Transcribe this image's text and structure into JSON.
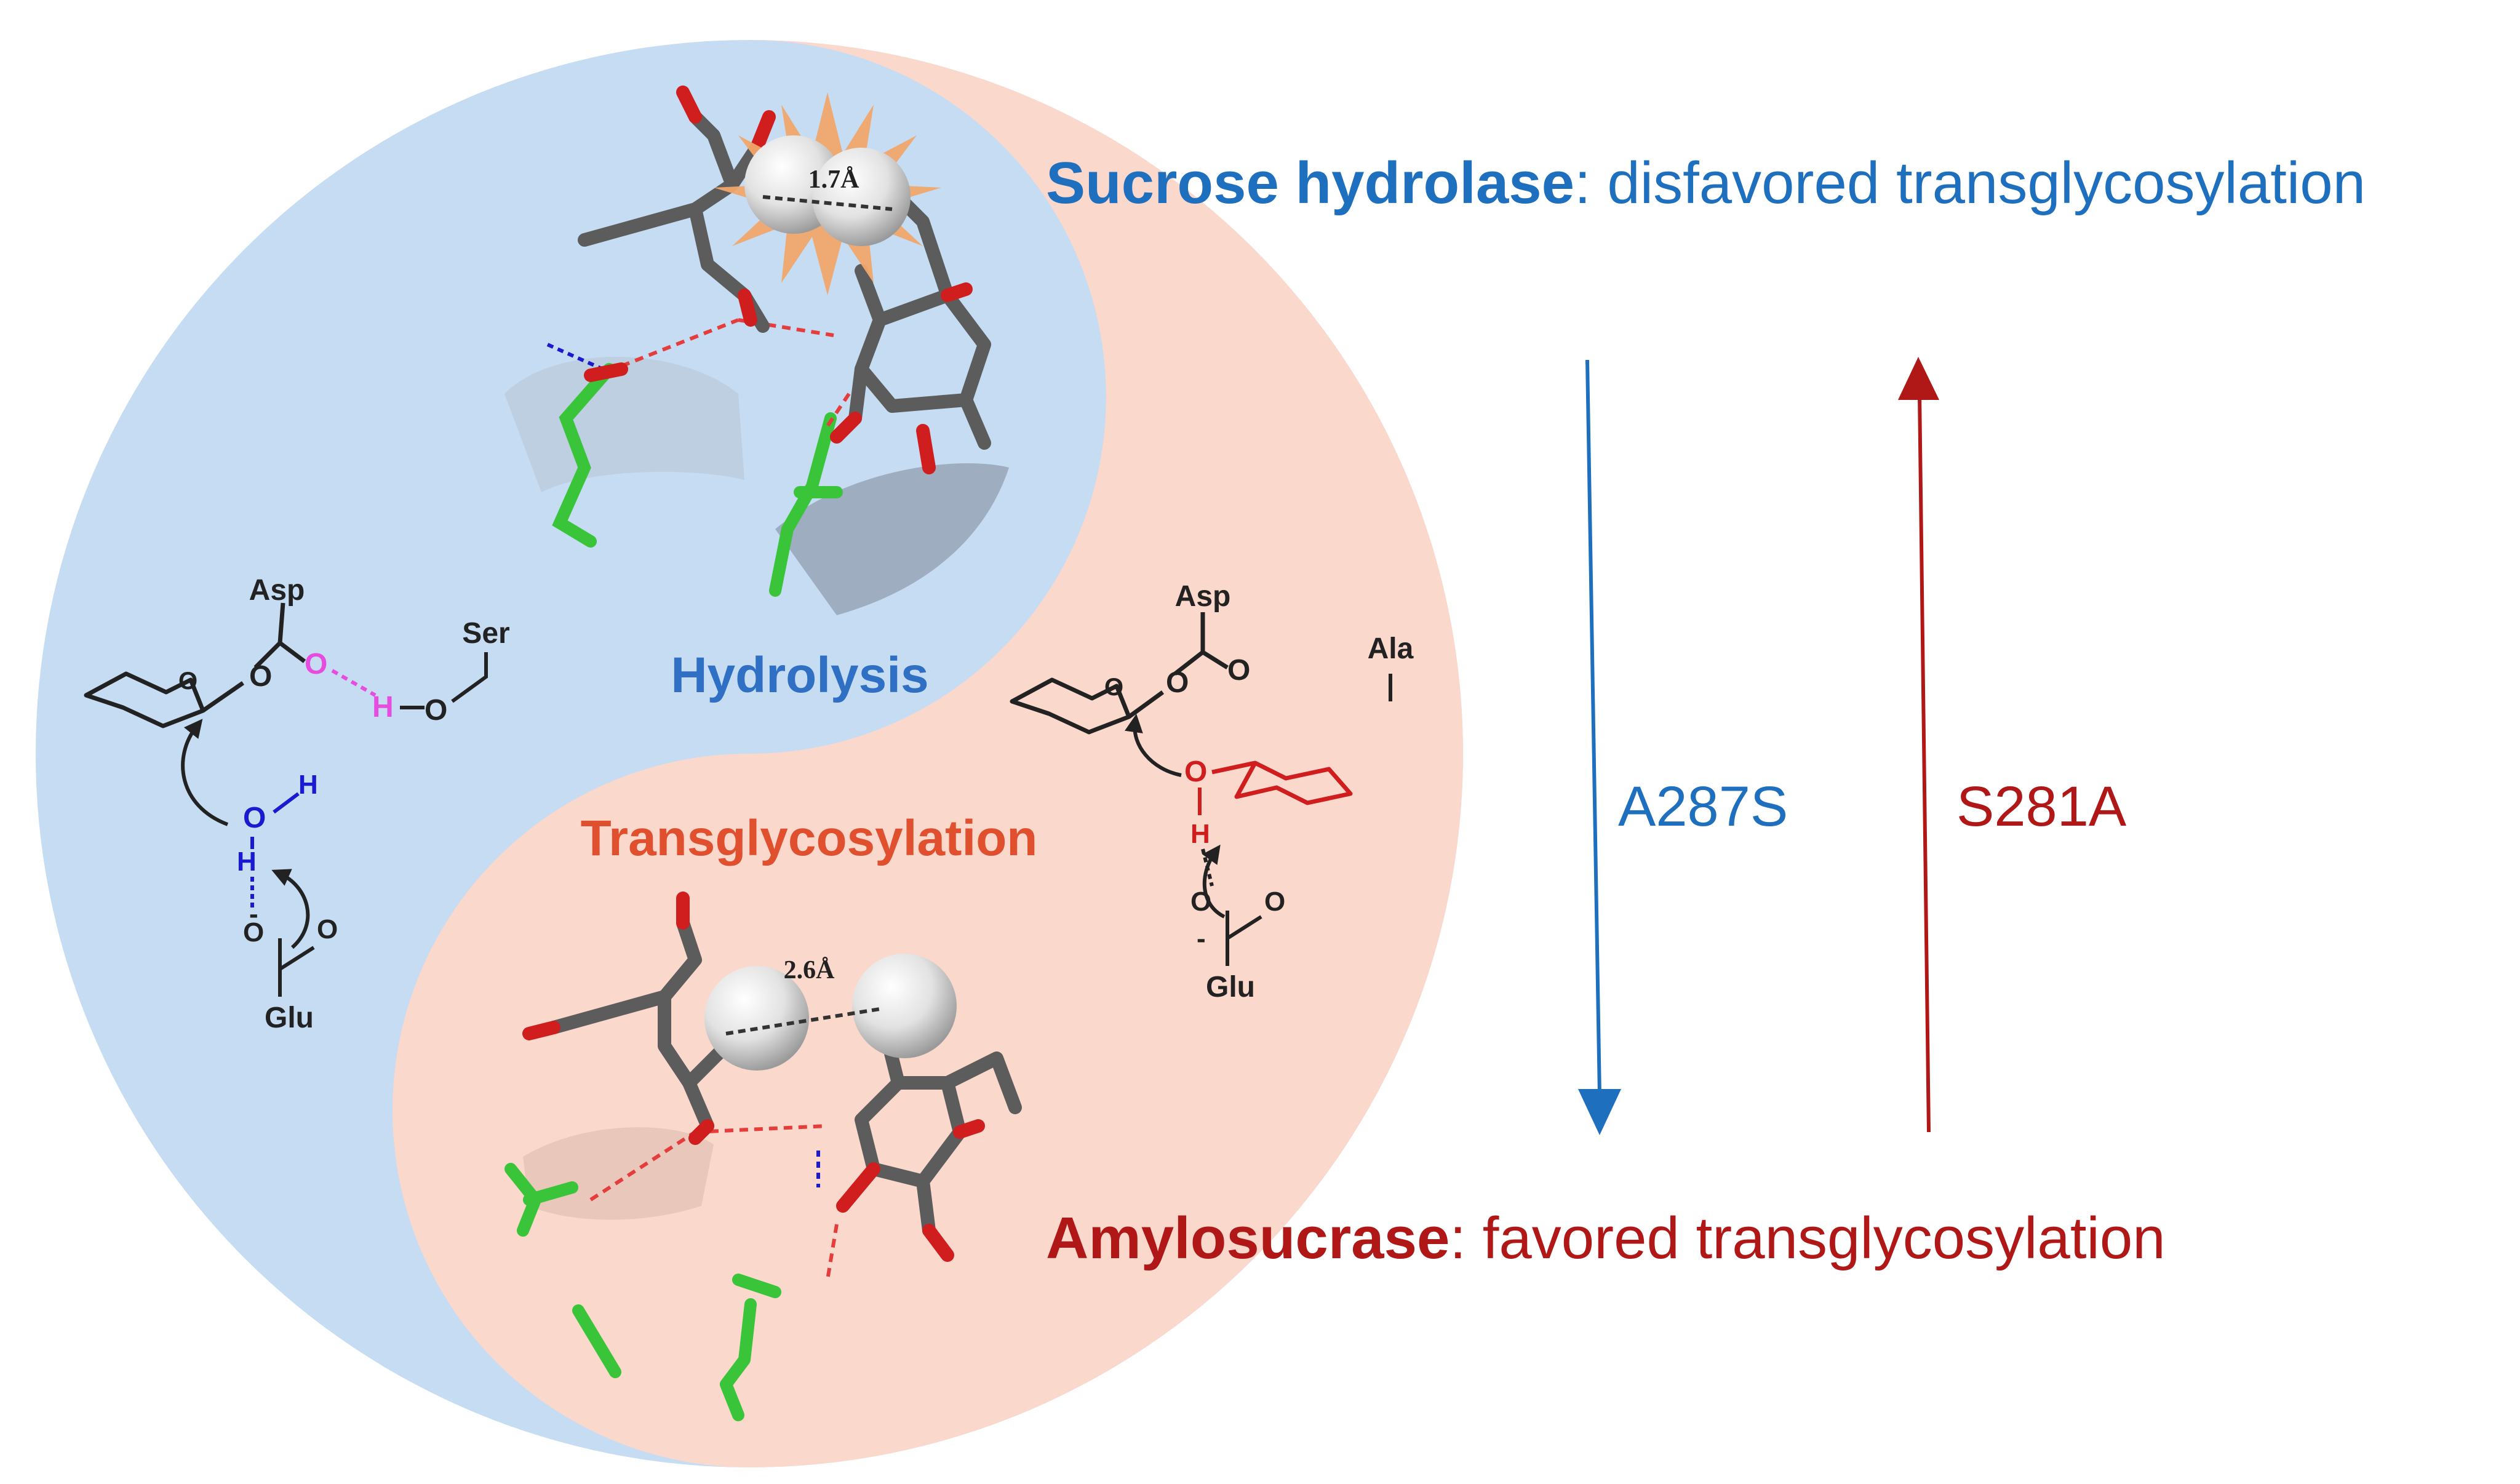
{
  "colors": {
    "blue_region": "#c5dcf3",
    "red_region": "#fbd8cc",
    "blue_text": "#1f6fbf",
    "red_text": "#b01818",
    "hydrolysis_label": "#2f6fc4",
    "transglyco_label": "#e0502e",
    "carbon": "#5c5c5c",
    "oxygen": "#d01d1d",
    "green_residue": "#39c43a",
    "hbond_magenta": "#e64ce0",
    "hbond_blue": "#1a1ad0"
  },
  "top": {
    "name_bold": "Sucrose hydrolase",
    "rest": ": disfavored transglycosylation"
  },
  "bottom": {
    "name_bold": "Amylosucrase",
    "rest": ": favored transglycosylation"
  },
  "mutations": {
    "down_label": "A287S",
    "up_label": "S281A"
  },
  "circle": {
    "hydrolysis_label": "Hydrolysis",
    "transglyco_label": "Transglycosylation",
    "distance_top": "1.7Å",
    "distance_bottom": "2.6Å"
  },
  "scheme_left": {
    "asp": "Asp",
    "ser": "Ser",
    "glu": "Glu",
    "o": "O",
    "h": "H",
    "minus": "-"
  },
  "scheme_right": {
    "asp": "Asp",
    "ala": "Ala",
    "glu": "Glu",
    "o": "O",
    "h": "H",
    "minus": "-"
  }
}
